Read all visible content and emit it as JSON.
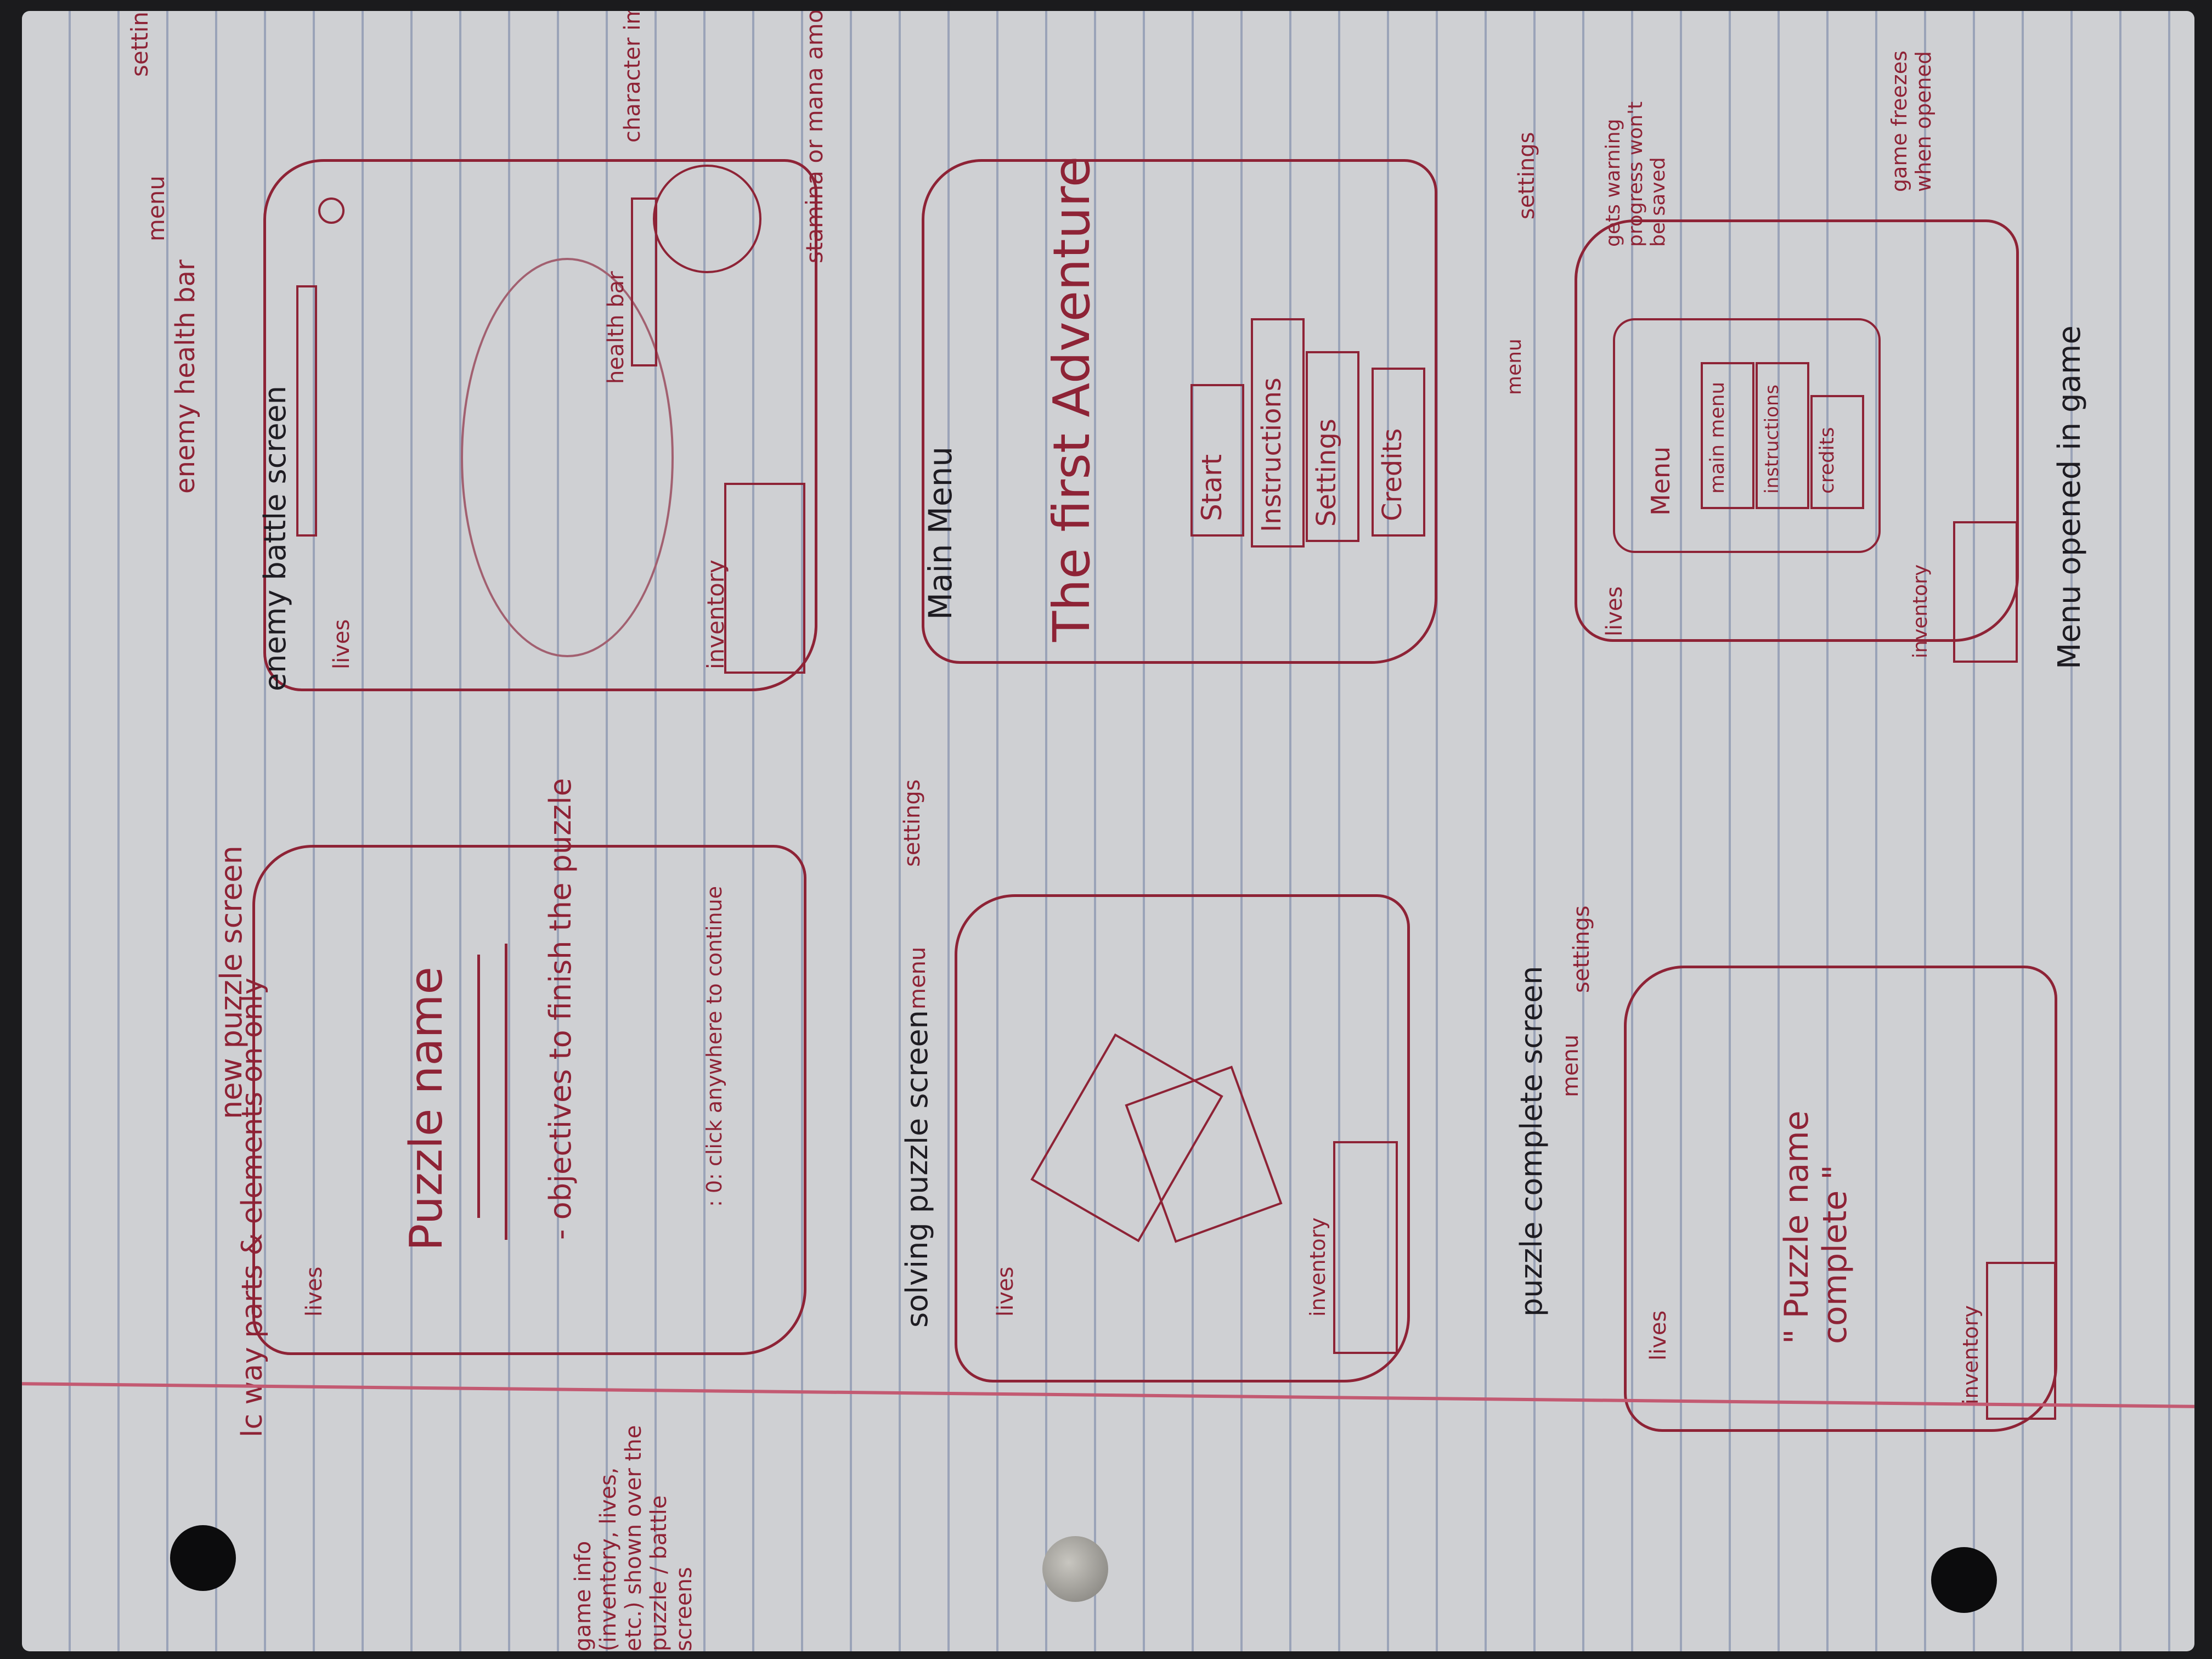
{
  "screens": {
    "new_puzzle": {
      "caption": "new puzzle screen",
      "note": "lc way parts & elements on only",
      "lives": "lives",
      "title": "Puzzle name",
      "objective": "- objectives to finish the puzzle",
      "hint": ": 0: click anywhere to continue"
    },
    "battle": {
      "caption": "enemy battle screen",
      "enemy_health": "enemy health bar",
      "lives": "lives",
      "health_bar": "health bar",
      "character_image": "character image",
      "inventory": "inventory",
      "stamina": "stamina or mana amount",
      "menu": "menu",
      "settings": "settings"
    },
    "solving_puzzle": {
      "caption": "solving puzzle screen",
      "menu": "menu",
      "settings": "settings",
      "lives": "lives",
      "inventory": "inventory"
    },
    "main_menu": {
      "caption": "Main Menu",
      "title": "The first Adventure",
      "buttons": [
        "Start",
        "Instructions",
        "Settings",
        "Credits"
      ]
    },
    "puzzle_complete": {
      "caption": "puzzle complete screen",
      "menu": "menu",
      "settings": "settings",
      "lives": "lives",
      "message": "\" Puzzle name complete \"",
      "inventory": "inventory"
    },
    "menu_in_game": {
      "caption": "Menu opened in game",
      "settings": "settings",
      "menu": "menu",
      "lives": "lives",
      "panel_title": "Menu",
      "buttons": [
        "main menu",
        "instructions",
        "credits"
      ],
      "inventory": "inventory",
      "note_progress": "gets warning progress won't be saved",
      "note_freeze": "game freezes when opened"
    }
  },
  "side_note": "game info (inventory, lives, etc.) shown over the puzzle / battle screens"
}
